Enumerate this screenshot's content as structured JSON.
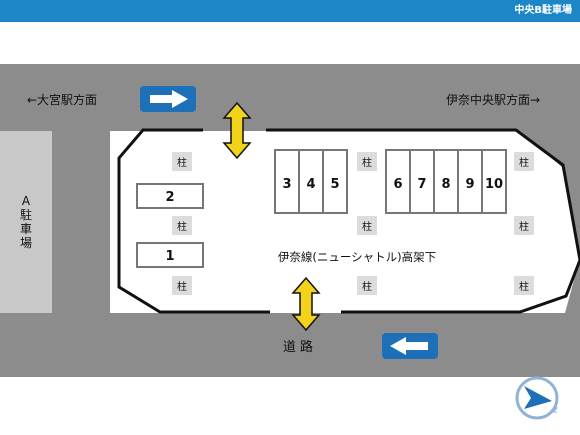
{
  "header": {
    "title": "中央B駐車場",
    "color": "#1d86c6"
  },
  "map": {
    "direction_left": "←大宮駅方面",
    "direction_right": "伊奈中央駅方面→",
    "lot_a_label": "A駐車場",
    "lot_a_chars": [
      "A",
      "駐",
      "車",
      "場"
    ],
    "under_track_label": "伊奈線(ニューシャトル)高架下",
    "road_label": "道 路",
    "pillar_label": "柱",
    "spaces": [
      "1",
      "2",
      "3",
      "4",
      "5",
      "6",
      "7",
      "8",
      "9",
      "10"
    ],
    "traffic_arrows": [
      "right-arrow-icon",
      "left-arrow-icon"
    ],
    "entrance_arrows": [
      "double-arrow-icon",
      "double-arrow-icon"
    ],
    "compass": "compass-icon",
    "colors": {
      "road": "#8c8c8c",
      "lot_a": "#c8c8c8",
      "arrow_sign": "#1d6fb8",
      "entrance_arrow": "#f2d21b"
    }
  }
}
